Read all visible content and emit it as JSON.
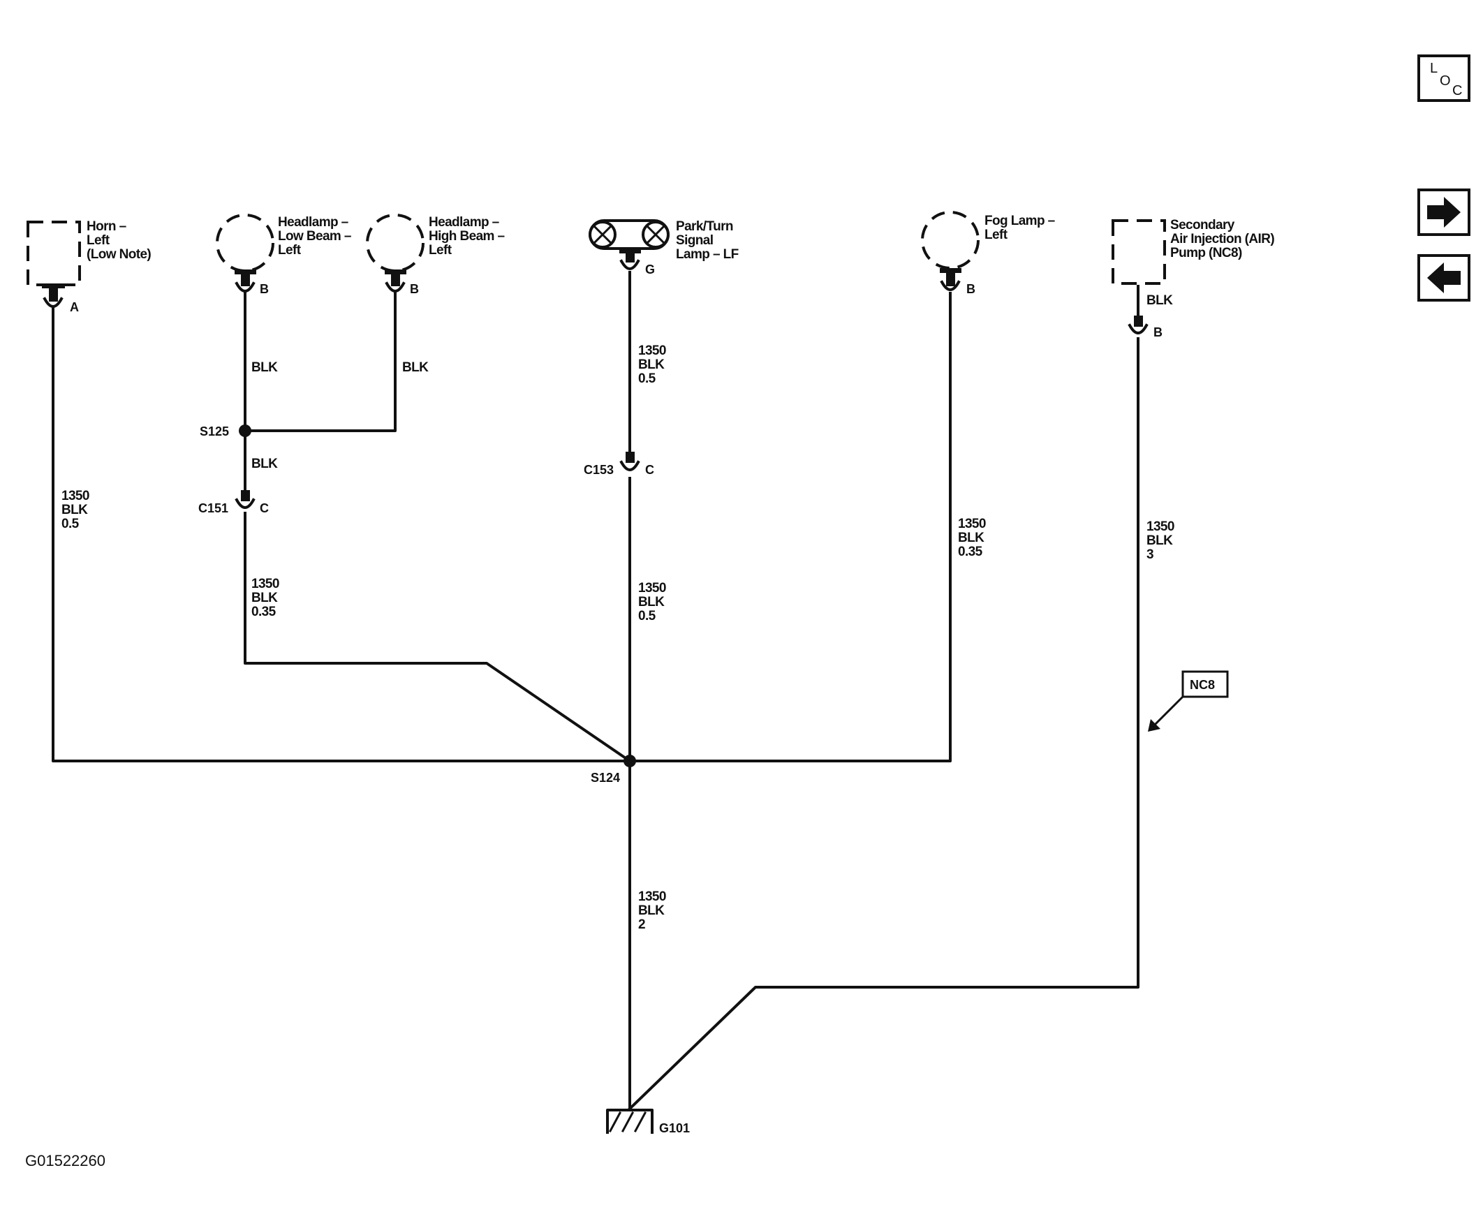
{
  "nav": {
    "loc_letters": [
      "L",
      "O",
      "C"
    ],
    "next_icon": "arrow-right-icon",
    "prev_icon": "arrow-left-icon"
  },
  "components": {
    "horn": [
      "Horn –",
      "Left",
      "(Low Note)"
    ],
    "headlamp_low": [
      "Headlamp –",
      "Low Beam –",
      "Left"
    ],
    "headlamp_high": [
      "Headlamp –",
      "High Beam –",
      "Left"
    ],
    "park_turn": [
      "Park/Turn",
      "Signal",
      "Lamp – LF"
    ],
    "fog_lamp": [
      "Fog Lamp –",
      "Left"
    ],
    "air_pump": [
      "Secondary",
      "Air Injection (AIR)",
      "Pump (NC8)"
    ]
  },
  "pins": {
    "horn": "A",
    "headlamp_low": "B",
    "headlamp_high": "B",
    "park_turn": "G",
    "fog_lamp": "B",
    "air_pump": "B",
    "c151": "C",
    "c153": "C"
  },
  "connectors": {
    "c151": "C151",
    "c153": "C153"
  },
  "splices": {
    "s125": "S125",
    "s124": "S124"
  },
  "ground": "G101",
  "wires": {
    "horn": [
      "1350",
      "BLK",
      "0.5"
    ],
    "hl_low_top": "BLK",
    "hl_high_top": "BLK",
    "hl_mid": "BLK",
    "hl_bottom": [
      "1350",
      "BLK",
      "0.35"
    ],
    "park_top": [
      "1350",
      "BLK",
      "0.5"
    ],
    "park_bottom": [
      "1350",
      "BLK",
      "0.5"
    ],
    "fog": [
      "1350",
      "BLK",
      "0.35"
    ],
    "air_top": "BLK",
    "air": [
      "1350",
      "BLK",
      "3"
    ],
    "ground": [
      "1350",
      "BLK",
      "2"
    ]
  },
  "option_callout": "NC8",
  "figure_id": "G01522260"
}
